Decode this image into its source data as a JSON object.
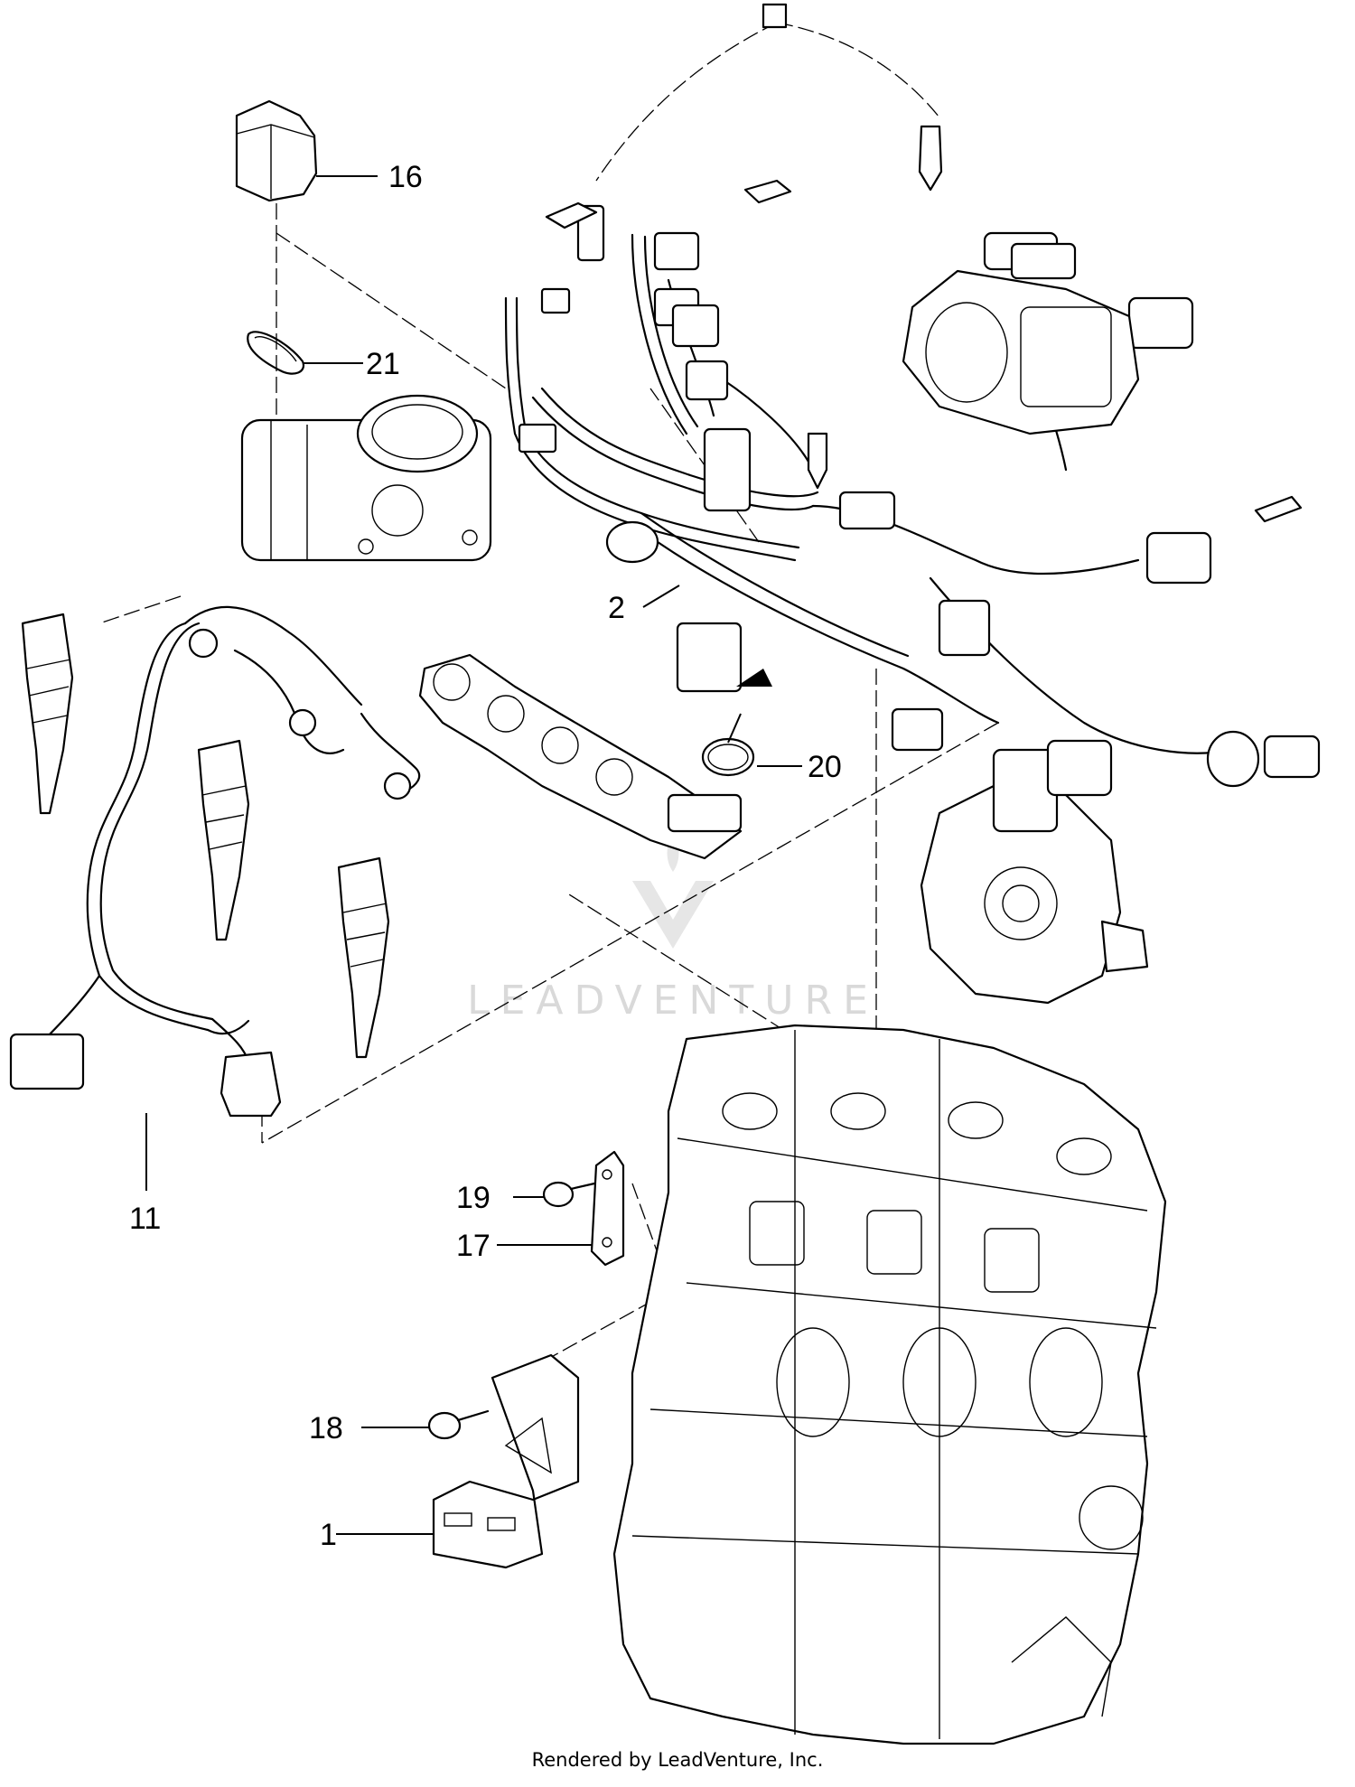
{
  "callouts": [
    {
      "id": "16",
      "label": "16"
    },
    {
      "id": "21",
      "label": "21"
    },
    {
      "id": "2",
      "label": "2"
    },
    {
      "id": "20",
      "label": "20"
    },
    {
      "id": "11",
      "label": "11"
    },
    {
      "id": "19",
      "label": "19"
    },
    {
      "id": "17",
      "label": "17"
    },
    {
      "id": "18",
      "label": "18"
    },
    {
      "id": "1",
      "label": "1"
    }
  ],
  "watermark": "LEADVENTURE",
  "footer": "Rendered by LeadVenture, Inc."
}
